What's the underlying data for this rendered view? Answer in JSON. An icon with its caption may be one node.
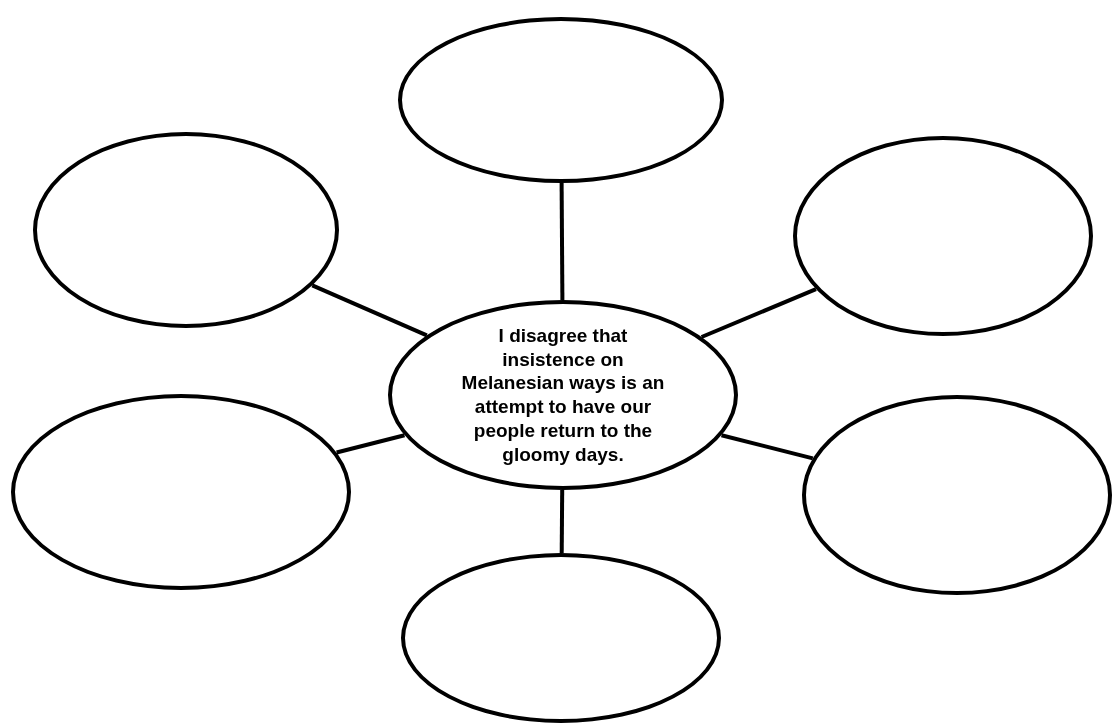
{
  "diagram": {
    "nodes": [
      {
        "text": [],
        "shape": "ellipse"
      },
      {
        "text": [],
        "shape": "ellipse"
      },
      {
        "text": [],
        "shape": "ellipse"
      },
      {
        "text": [
          "I disagree that insistence on Melanesian ways is an attempt to have our people return to the gloomy days."
        ]
      },
      {
        "text": [],
        "shape": "ellipse"
      },
      {
        "text": [],
        "shape": "ellipse"
      },
      {
        "text": [],
        "shape": "ellipse"
      }
    ],
    "edges": [
      {
        "from": 3,
        "to": 0,
        "arrow": "none"
      },
      {
        "from": 3,
        "to": 1,
        "arrow": "none"
      },
      {
        "from": 3,
        "to": 2,
        "arrow": "none"
      },
      {
        "from": 3,
        "to": 4,
        "arrow": "none"
      },
      {
        "from": 3,
        "to": 5,
        "arrow": "none"
      },
      {
        "from": 3,
        "to": 6,
        "arrow": "none"
      }
    ]
  }
}
